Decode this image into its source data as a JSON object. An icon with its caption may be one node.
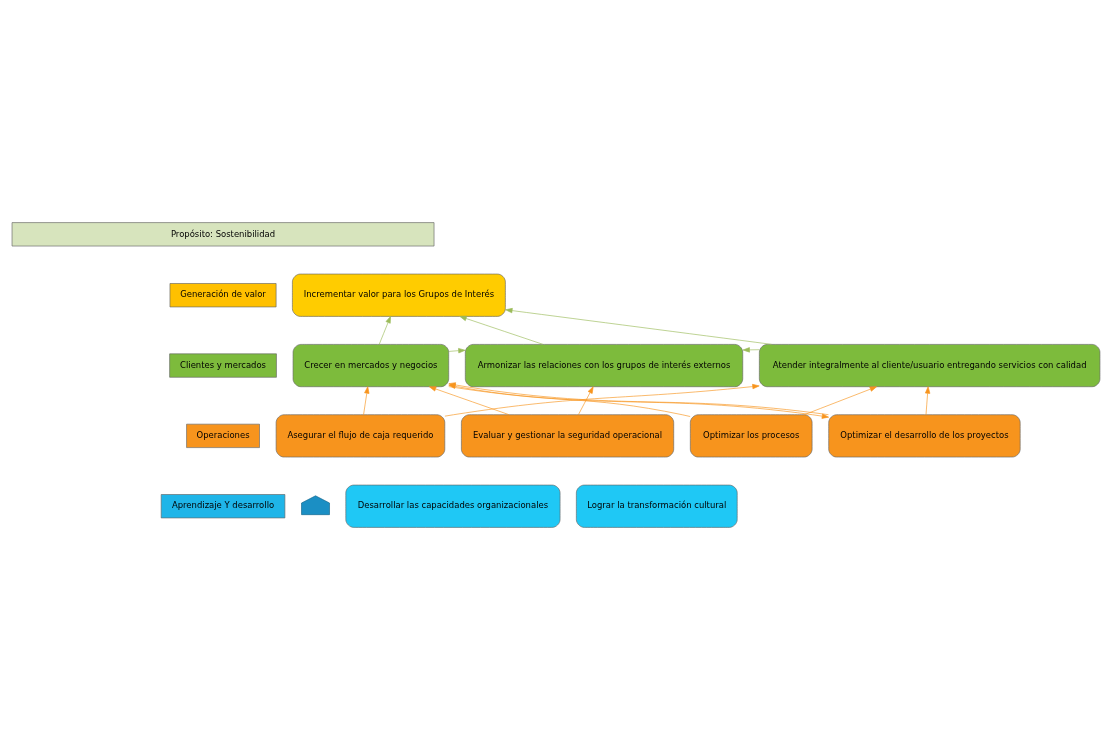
{
  "diagram": {
    "nodes": [
      {
        "text": [
          "Propósito: Sostenibilidad"
        ]
      },
      {
        "text": [
          "Generación de valor"
        ]
      },
      {
        "text": [
          "Clientes y mercados"
        ]
      },
      {
        "text": [
          "Operaciones"
        ]
      },
      {
        "text": [
          "Aprendizaje Y desarrollo"
        ]
      },
      {
        "text": [
          "Incrementar valor para los Grupos de Interés"
        ]
      },
      {
        "text": [
          "Crecer en mercados y negocios"
        ]
      },
      {
        "text": [
          "Armonizar las relaciones con los grupos de interés externos"
        ]
      },
      {
        "text": [
          "Atender integralmente al cliente/usuario entregando servicios con calidad"
        ]
      },
      {
        "text": [
          "Asegurar el flujo de caja requerido"
        ]
      },
      {
        "text": [
          "Evaluar y gestionar la seguridad operacional"
        ]
      },
      {
        "text": [
          "Optimizar los procesos"
        ]
      },
      {
        "text": [
          "Optimizar el desarrollo de los proyectos"
        ]
      },
      {
        "text": [],
        "shape": "arrow"
      },
      {
        "text": [
          "Desarrollar las capacidades organizacionales"
        ]
      },
      {
        "text": [
          "Lograr la transformación cultural"
        ]
      }
    ],
    "edges": [
      {
        "from": 6,
        "to": 5,
        "arrow": "to",
        "color": "#9bbb59"
      },
      {
        "from": 7,
        "to": 5,
        "arrow": "to",
        "color": "#9bbb59"
      },
      {
        "from": 8,
        "to": 5,
        "arrow": "to",
        "color": "#9bbb59"
      },
      {
        "from": 6,
        "to": 7,
        "arrow": "to",
        "color": "#9bbb59"
      },
      {
        "from": 8,
        "to": 7,
        "arrow": "to",
        "color": "#9bbb59"
      },
      {
        "from": 9,
        "to": 6,
        "arrow": "to"
      },
      {
        "from": 9,
        "to": 8,
        "arrow": "to"
      },
      {
        "from": 10,
        "to": 6,
        "arrow": "to"
      },
      {
        "from": 10,
        "to": 7,
        "arrow": "to"
      },
      {
        "from": 11,
        "to": 6,
        "arrow": "to"
      },
      {
        "from": 11,
        "to": 8,
        "arrow": "to"
      },
      {
        "from": 12,
        "to": 8,
        "arrow": "to"
      },
      {
        "from": 12,
        "to": 6,
        "arrow": "to"
      },
      {
        "from": 6,
        "to": 12,
        "arrow": "to"
      }
    ]
  }
}
